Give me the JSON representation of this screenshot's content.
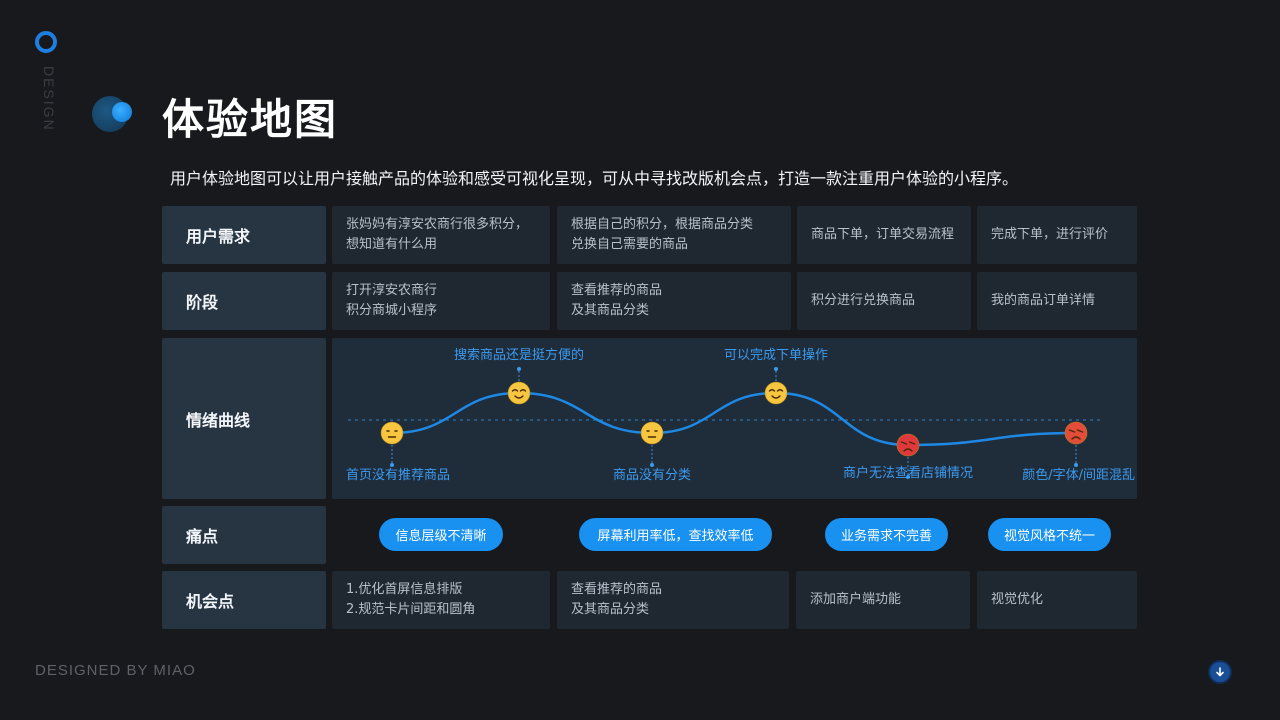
{
  "brand": {
    "vertical_text": "DESIGN"
  },
  "header": {
    "title": "体验地图",
    "subtitle": "用户体验地图可以让用户接触产品的体验和感受可视化呈现，可从中寻找改版机会点，打造一款注重用户体验的小程序。"
  },
  "rows": {
    "needs": {
      "label": "用户需求",
      "cells": [
        "张妈妈有淳安农商行很多积分，\n想知道有什么用",
        "根据自己的积分，根据商品分类\n兑换自己需要的商品",
        "商品下单，订单交易流程",
        "完成下单，进行评价"
      ]
    },
    "stage": {
      "label": "阶段",
      "cells": [
        "打开淳安农商行\n积分商城小程序",
        "查看推荐的商品\n及其商品分类",
        "积分进行兑换商品",
        "我的商品订单详情"
      ]
    },
    "emotion": {
      "label": "情绪曲线",
      "points": [
        {
          "label": "首页没有推荐商品",
          "mood": "neutral",
          "score": 0
        },
        {
          "label": "搜索商品还是挺方便的",
          "mood": "happy",
          "score": 1
        },
        {
          "label": "商品没有分类",
          "mood": "neutral",
          "score": 0
        },
        {
          "label": "可以完成下单操作",
          "mood": "happy",
          "score": 1
        },
        {
          "label": "商户无法查看店铺情况",
          "mood": "sad",
          "score": -0.3
        },
        {
          "label": "颜色/字体/间距混乱",
          "mood": "angry",
          "score": 0
        }
      ]
    },
    "pain": {
      "label": "痛点",
      "pills": [
        "信息层级不清晰",
        "屏幕利用率低，查找效率低",
        "业务需求不完善",
        "视觉风格不统一"
      ]
    },
    "opportunity": {
      "label": "机会点",
      "cells": [
        "1.优化首屏信息排版\n2.规范卡片间距和圆角",
        "查看推荐的商品\n及其商品分类",
        "添加商户端功能",
        "视觉优化"
      ]
    }
  },
  "footer": {
    "credit": "DESIGNED BY MIAO"
  },
  "colors": {
    "accent": "#1991f0",
    "curve": "#1e88e5",
    "label_bg": "#273542",
    "cell_bg": "#1f2731",
    "background": "#18191d"
  },
  "icons": {
    "scroll": "arrow-down-circle-icon",
    "brand": "ring-icon"
  }
}
